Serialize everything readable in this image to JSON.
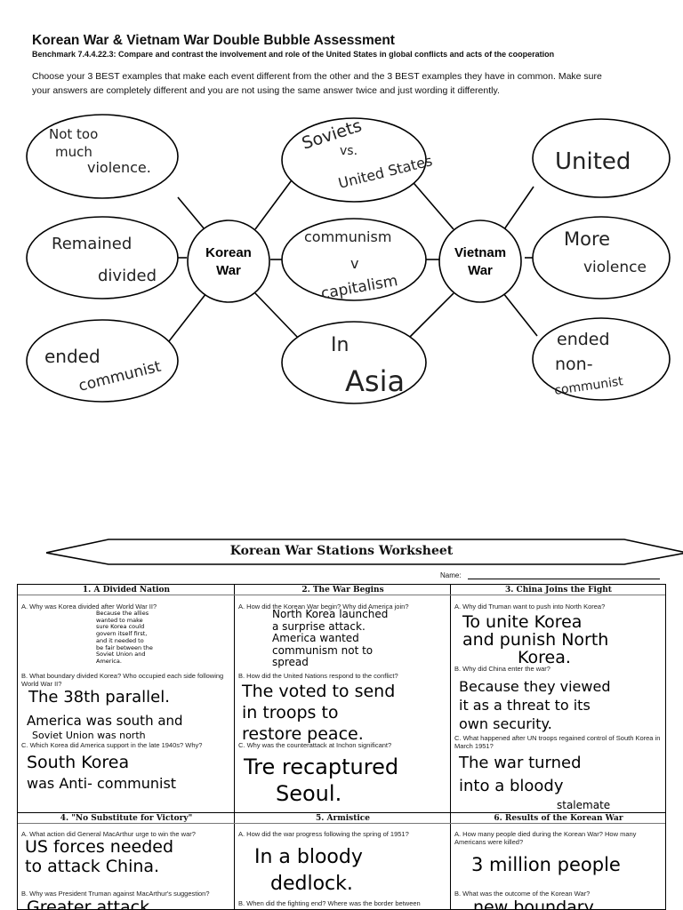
{
  "header": {
    "title": "Korean War & Vietnam War Double Bubble Assessment",
    "benchmark": "Benchmark 7.4.4.22.3: Compare and contrast the involvement and role of the United States in global conflicts and acts of the cooperation",
    "instructions_line1": "Choose your 3 BEST examples that make each event different from the other and the 3 BEST examples they have in common. Make sure",
    "instructions_line2": "your answers are completely different and you are not using the same answer twice and just wording it differently."
  },
  "diagram": {
    "center_left": [
      "Korean",
      "War"
    ],
    "center_right": [
      "Vietnam",
      "War"
    ],
    "left_bubbles": [
      {
        "lines": [
          "Not too",
          "much",
          "violence."
        ]
      },
      {
        "lines": [
          "Remained",
          "divided"
        ]
      },
      {
        "lines": [
          "ended",
          "communist"
        ]
      }
    ],
    "middle_bubbles": [
      {
        "lines": [
          "Soviets",
          "vs.",
          "United States"
        ]
      },
      {
        "lines": [
          "communism",
          "v",
          "capitalism"
        ]
      },
      {
        "lines": [
          "In",
          "Asia"
        ]
      }
    ],
    "right_bubbles": [
      {
        "lines": [
          "United"
        ]
      },
      {
        "lines": [
          "More",
          "violence"
        ]
      },
      {
        "lines": [
          "ended",
          "non-",
          "communist"
        ]
      }
    ]
  },
  "worksheet": {
    "title": "Korean War Stations Worksheet",
    "name_label": "Name:",
    "stations": [
      {
        "header": "1. A Divided Nation",
        "qa": [
          {
            "q": "A. Why was Korea divided after World War II?",
            "a": [
              "Because the allies",
              "wanted to make",
              "sure Korea could",
              "govern itself first,",
              "and it needed to",
              "be fair between the",
              "Soviet Union and",
              "America."
            ]
          },
          {
            "q": "B. What boundary divided Korea? Who occupied each side following World War II?",
            "a": [
              "The 38th parallel.",
              "America was south and",
              "Soviet Union was north"
            ]
          },
          {
            "q": "C. Which Korea did America support in the late 1940s? Why?",
            "a": [
              "South Korea",
              "was Anti- communist"
            ]
          }
        ]
      },
      {
        "header": "2. The War Begins",
        "qa": [
          {
            "q": "A. How did the Korean War begin? Why did America join?",
            "a": [
              "North Korea launched",
              "a surprise attack.",
              "America wanted",
              "communism not to",
              "spread"
            ]
          },
          {
            "q": "B. How did the United Nations respond to the conflict?",
            "a": [
              "The voted to send",
              "in troops to",
              "restore peace."
            ]
          },
          {
            "q": "C. Why was the counterattack at Inchon significant?",
            "a": [
              "Tre recaptured",
              "Seoul."
            ]
          }
        ]
      },
      {
        "header": "3. China Joins the Fight",
        "qa": [
          {
            "q": "A. Why did Truman want to push into North Korea?",
            "a": [
              "To unite Korea",
              "and punish North",
              "Korea."
            ]
          },
          {
            "q": "B. Why did China enter the war?",
            "a": [
              "Because they viewed",
              "it as a threat to its",
              "own security."
            ]
          },
          {
            "q": "C. What happened after UN troops regained control of South Korea in March 1951?",
            "a": [
              "The war turned",
              "into a bloody",
              "stalemate"
            ]
          }
        ]
      },
      {
        "header": "4. \"No Substitute for Victory\"",
        "qa": [
          {
            "q": "A. What action did General MacArthur urge to win the war?",
            "a": [
              "US forces needed",
              "to attack China."
            ]
          },
          {
            "q": "B. Why was President Truman against MacArthur's suggestion?",
            "a": [
              "Greater attack"
            ]
          }
        ]
      },
      {
        "header": "5. Armistice",
        "qa": [
          {
            "q": "A. How did the war progress following the spring of 1951?",
            "a": [
              "In a bloody",
              "dedlock."
            ]
          },
          {
            "q": "B. When did the fighting end? Where was the border between",
            "a": []
          }
        ]
      },
      {
        "header": "6. Results of the Korean War",
        "qa": [
          {
            "q": "A. How many people died during the Korean War? How many Americans were killed?",
            "a": [
              "3 million people"
            ]
          },
          {
            "q": "B. What was the outcome of the Korean War?",
            "a": [
              "new boundary"
            ]
          }
        ]
      }
    ]
  }
}
